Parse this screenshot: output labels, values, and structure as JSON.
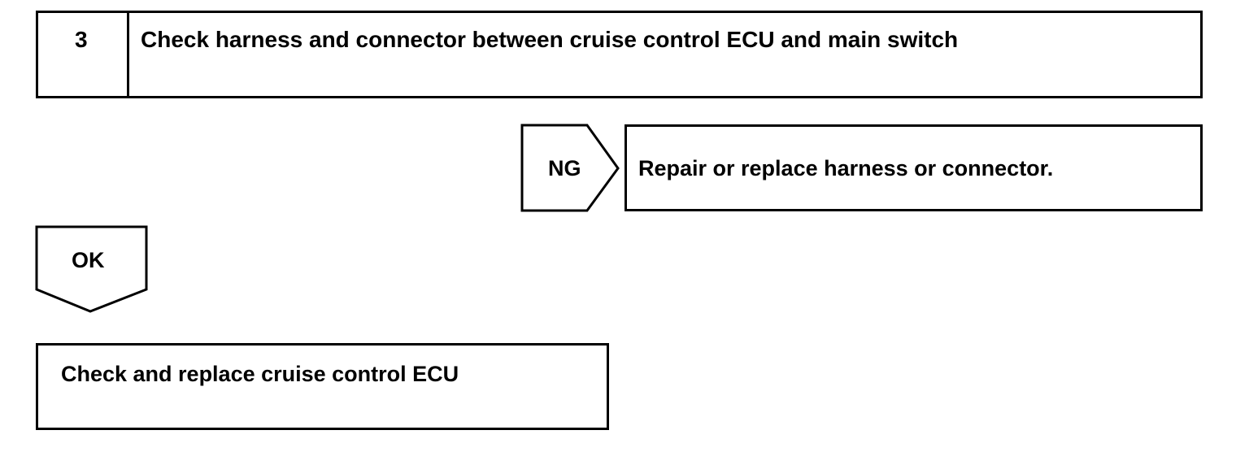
{
  "step": {
    "number": "3",
    "title": "Check harness and connector between cruise control ECU and main switch"
  },
  "ng_branch": {
    "tag": "NG",
    "action": "Repair or replace harness or connector."
  },
  "ok_branch": {
    "tag": "OK",
    "action": "Check and replace cruise control ECU"
  }
}
